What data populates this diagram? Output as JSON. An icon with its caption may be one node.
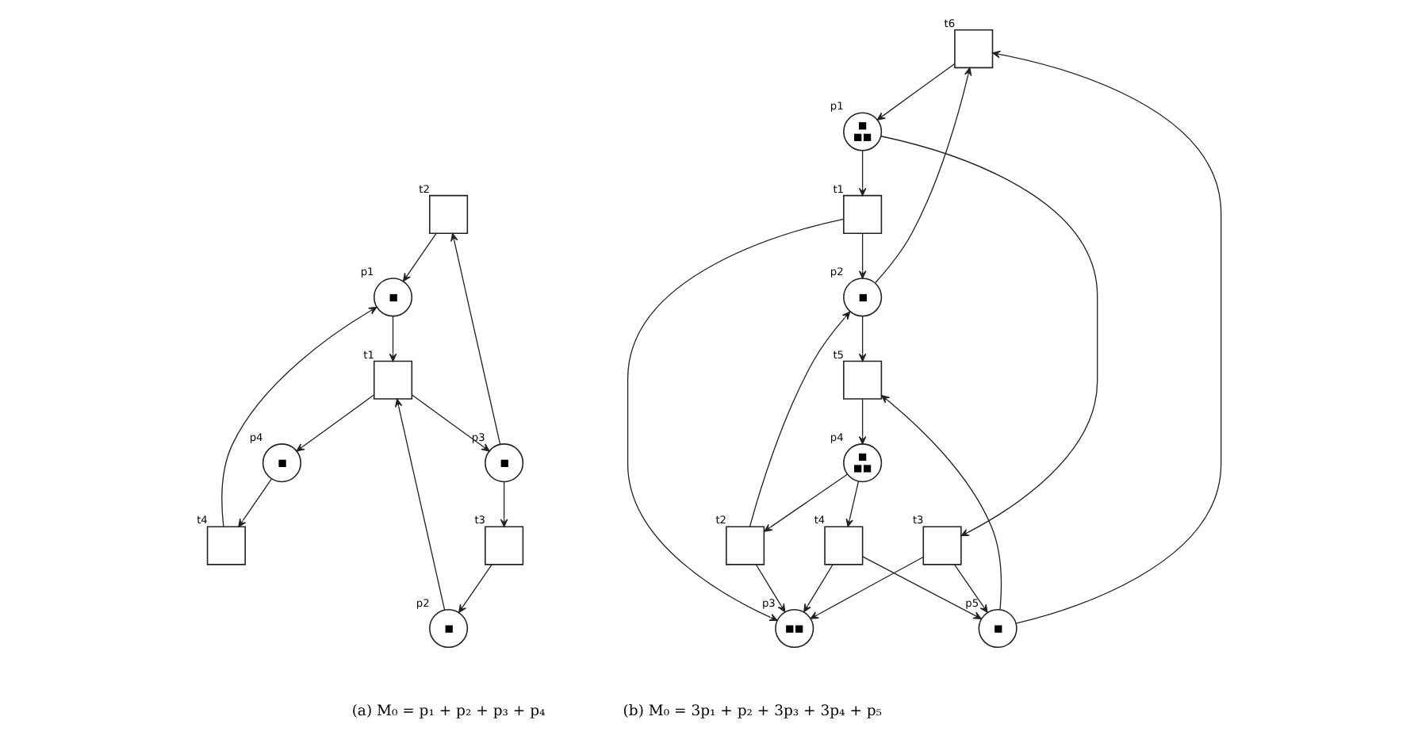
{
  "diagram": {
    "nodes": [
      {
        "text": [],
        "shape": "box",
        "beside": [
          "t2"
        ]
      },
      {
        "text": [],
        "shape": "circle",
        "beside": [
          "p3"
        ]
      },
      {
        "text": [],
        "shape": "box",
        "beside": [
          "t3"
        ]
      },
      {
        "text": [],
        "shape": "circle",
        "beside": [
          "p1"
        ]
      },
      {
        "text": [],
        "shape": "box",
        "beside": [
          "t1"
        ]
      },
      {
        "text": [],
        "shape": "circle",
        "beside": [
          "p2"
        ]
      },
      {
        "text": [],
        "shape": "box",
        "beside": [
          "t4"
        ]
      },
      {
        "text": [],
        "shape": "circle",
        "beside": [
          "p4"
        ]
      },
      {
        "text": [],
        "shape": "box",
        "beside": [
          "t6"
        ]
      },
      {
        "text": [],
        "shape": "circle",
        "beside": [
          "p2"
        ]
      },
      {
        "text": [],
        "shape": "circle",
        "beside": [
          "p1"
        ]
      },
      {
        "text": [],
        "shape": "box",
        "beside": [
          "t1"
        ]
      },
      {
        "text": [],
        "shape": "box",
        "beside": [
          "t3"
        ]
      },
      {
        "text": [],
        "shape": "circle",
        "beside": [
          "p3"
        ]
      },
      {
        "text": [],
        "shape": "box",
        "beside": [
          "t2"
        ]
      },
      {
        "text": [],
        "shape": "box",
        "beside": [
          "t4"
        ]
      },
      {
        "text": [],
        "shape": "circle",
        "beside": [
          "p4"
        ]
      },
      {
        "text": [],
        "shape": "circle",
        "beside": [
          "p5"
        ]
      },
      {
        "text": [],
        "shape": "box",
        "beside": [
          "t5"
        ]
      }
    ],
    "edges": [
      {
        "from": 1,
        "to": 0,
        "arrow": "to"
      },
      {
        "from": 1,
        "to": 2,
        "arrow": "to"
      },
      {
        "from": 0,
        "to": 3,
        "arrow": "to"
      },
      {
        "from": 2,
        "to": 5,
        "arrow": "to"
      },
      {
        "from": 3,
        "to": 4,
        "arrow": "to"
      },
      {
        "from": 5,
        "to": 4,
        "arrow": "to"
      },
      {
        "from": 4,
        "to": 1,
        "arrow": "to"
      },
      {
        "from": 4,
        "to": 7,
        "arrow": "to"
      },
      {
        "from": 7,
        "to": 6,
        "arrow": "to"
      },
      {
        "from": 6,
        "to": 3,
        "arrow": "to"
      },
      {
        "from": 9,
        "to": 8,
        "arrow": "to"
      },
      {
        "from": 8,
        "to": 10,
        "arrow": "to"
      },
      {
        "from": 10,
        "to": 11,
        "arrow": "to"
      },
      {
        "from": 11,
        "to": 9,
        "arrow": "to"
      },
      {
        "from": 10,
        "to": 12,
        "arrow": "to"
      },
      {
        "from": 11,
        "to": 13,
        "arrow": "to"
      },
      {
        "from": 12,
        "to": 13,
        "arrow": "to"
      },
      {
        "from": 14,
        "to": 13,
        "arrow": "to"
      },
      {
        "from": 14,
        "to": 9,
        "arrow": "to"
      },
      {
        "from": 9,
        "to": 18,
        "arrow": "to"
      },
      {
        "from": 15,
        "to": 13,
        "arrow": "to"
      },
      {
        "from": 16,
        "to": 14,
        "arrow": "to"
      },
      {
        "from": 16,
        "to": 15,
        "arrow": "to"
      },
      {
        "from": 18,
        "to": 16,
        "arrow": "to"
      },
      {
        "from": 12,
        "to": 17,
        "arrow": "to"
      },
      {
        "from": 15,
        "to": 17,
        "arrow": "to"
      },
      {
        "from": 17,
        "to": 18,
        "arrow": "to"
      },
      {
        "from": 17,
        "to": 8,
        "arrow": "to"
      }
    ],
    "labels": [
      "(a) M₀ = p₁ + p₂ + p₃ + p₄",
      "(b) M₀ = 3p₁ + p₂ + 3p₃ + 3p₄ + p₅"
    ]
  }
}
